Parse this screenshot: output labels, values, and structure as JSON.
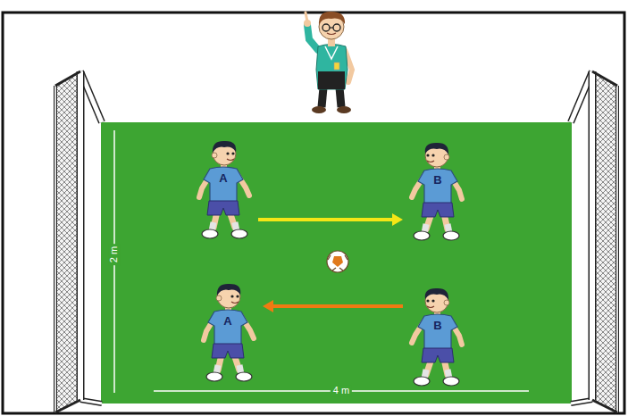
{
  "diagram": {
    "nodes": [
      {
        "text": [
          "A"
        ]
      },
      {
        "text": [
          "B"
        ]
      },
      {
        "text": [
          "A"
        ]
      },
      {
        "text": [
          "B"
        ]
      }
    ],
    "edges": [
      {
        "from": 0,
        "to": 1,
        "arrow": "to"
      },
      {
        "from": 3,
        "to": 2,
        "arrow": "to"
      }
    ],
    "labels": [
      "2 m",
      "4 m"
    ]
  }
}
